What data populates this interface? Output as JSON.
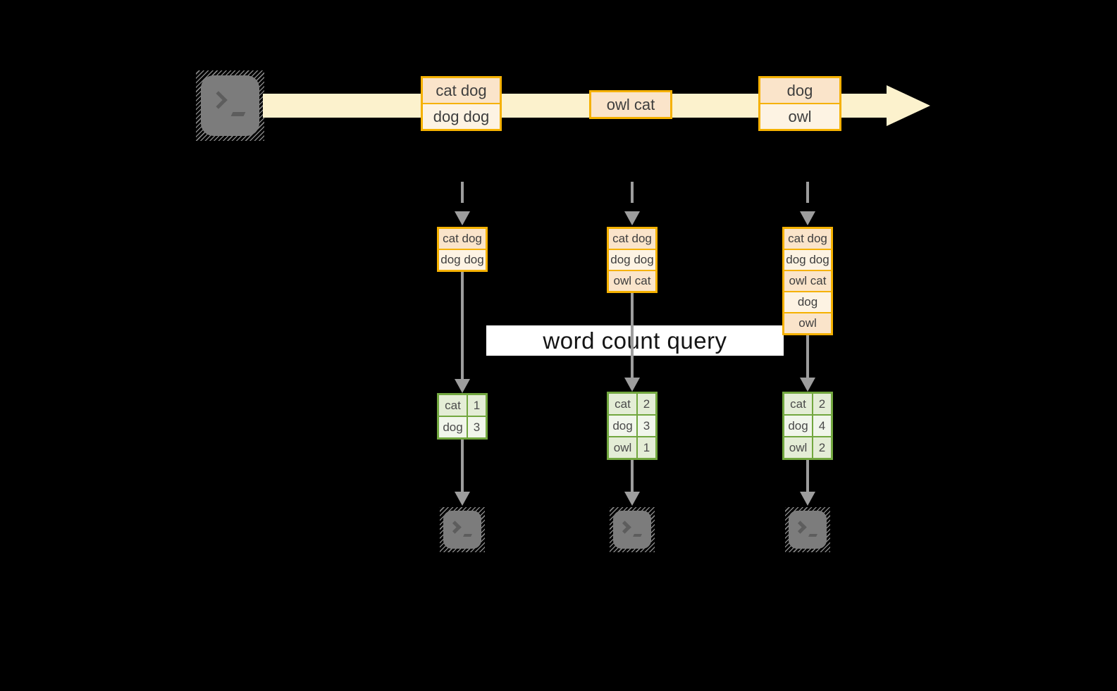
{
  "stream": {
    "groups": [
      {
        "rows": [
          "cat dog",
          "dog dog"
        ]
      },
      {
        "rows": [
          "owl cat"
        ]
      },
      {
        "rows": [
          "dog",
          "owl"
        ]
      }
    ]
  },
  "query_label": "word count query",
  "columns": [
    {
      "stack": [
        "cat dog",
        "dog dog"
      ],
      "counts": [
        {
          "word": "cat",
          "count": "1"
        },
        {
          "word": "dog",
          "count": "3"
        }
      ]
    },
    {
      "stack": [
        "cat dog",
        "dog dog",
        "owl cat"
      ],
      "counts": [
        {
          "word": "cat",
          "count": "2"
        },
        {
          "word": "dog",
          "count": "3"
        },
        {
          "word": "owl",
          "count": "1"
        }
      ]
    },
    {
      "stack": [
        "cat dog",
        "dog dog",
        "owl cat",
        "dog",
        "owl"
      ],
      "counts": [
        {
          "word": "cat",
          "count": "2"
        },
        {
          "word": "dog",
          "count": "4"
        },
        {
          "word": "owl",
          "count": "2"
        }
      ]
    }
  ],
  "icons": {
    "source": "terminal-icon",
    "sinks": [
      "terminal-icon",
      "terminal-icon",
      "terminal-icon"
    ]
  },
  "colors": {
    "background": "#000000",
    "stream_band": "#FCF2CD",
    "event_border": "#F5B100",
    "event_fill_dark": "#FAE4CA",
    "event_fill_light": "#FDF3E3",
    "table_border": "#72A73F",
    "table_fill_dark": "#E4EDD6",
    "table_fill_light": "#F1F6EB",
    "arrow_gray": "#9D9D9D",
    "terminal_gray": "#7C7C7C",
    "query_bg": "#FFFFFF"
  }
}
